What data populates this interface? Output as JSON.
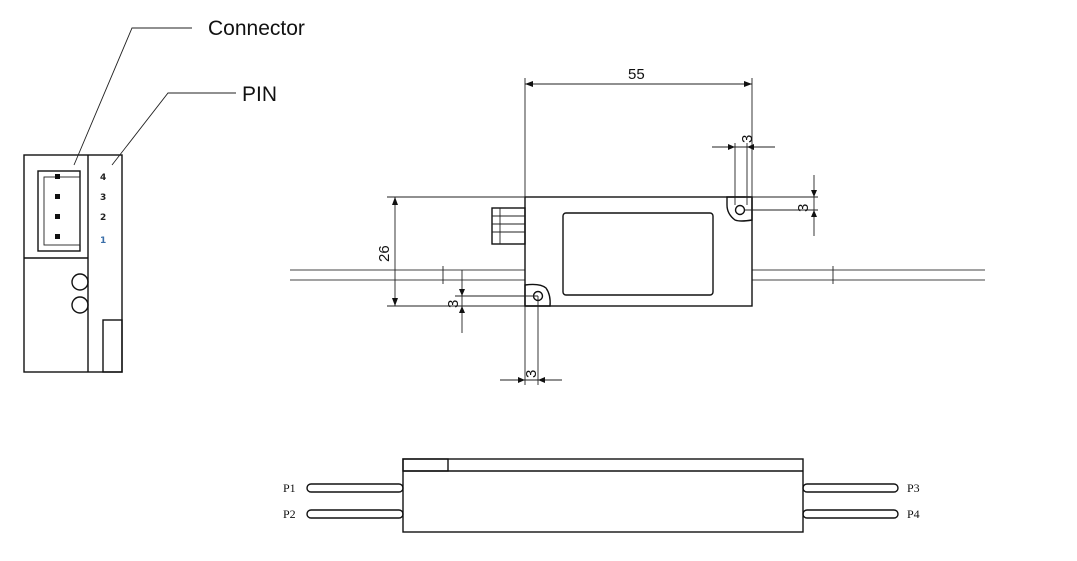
{
  "callouts": {
    "connector": "Connector",
    "pin": "PIN"
  },
  "connector_pins": [
    "4",
    "3",
    "2",
    "1"
  ],
  "dimensions": {
    "width": "55",
    "height": "26",
    "hole_top_offset_x": "3",
    "hole_top_offset_y": "3",
    "hole_bottom_offset_y": "3",
    "hole_bottom_offset_x": "3"
  },
  "ports": {
    "p1": "P1",
    "p2": "P2",
    "p3": "P3",
    "p4": "P4"
  }
}
